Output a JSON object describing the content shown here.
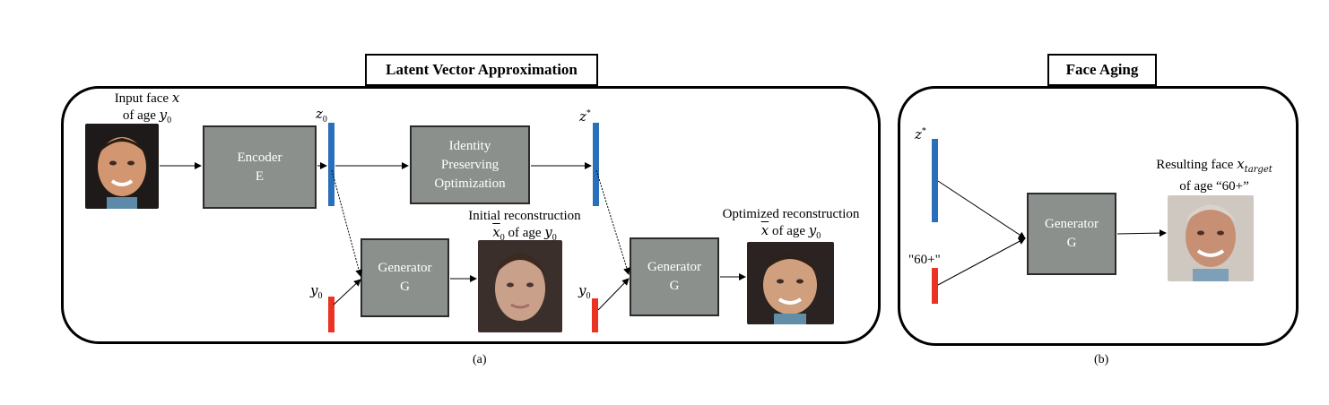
{
  "panel_a": {
    "title": "Latent Vector Approximation",
    "caption": "(a)",
    "input_label_line1": "Input face",
    "input_var": "x",
    "input_label_line2": "of age",
    "age_var": "y",
    "age_sub": "0",
    "encoder_line1": "Encoder",
    "encoder_line2": "E",
    "z0_var": "z",
    "z0_sub": "0",
    "ipo_line1": "Identity",
    "ipo_line2": "Preserving",
    "ipo_line3": "Optimization",
    "zstar_var": "z",
    "zstar_sup": "*",
    "generator_line1": "Generator",
    "generator_line2": "G",
    "y0_var": "y",
    "y0_sub": "0",
    "initial_recon_line1": "Initial reconstruction",
    "initial_recon_var": "x",
    "initial_recon_var_sub": "0",
    "initial_recon_mid": " of age ",
    "optimized_recon_line1": "Optimized reconstruction",
    "optimized_recon_var": "x",
    "optimized_recon_mid": " of age "
  },
  "panel_b": {
    "title": "Face Aging",
    "caption": "(b)",
    "zstar_var": "z",
    "zstar_sup": "*",
    "age_cond": "\"60+\"",
    "generator_line1": "Generator",
    "generator_line2": "G",
    "result_line1": "Resulting face ",
    "result_var": "x",
    "result_sub": "target",
    "result_line2": "of age “60+”"
  },
  "colors": {
    "latent_bar": "#2a6fba",
    "age_bar": "#ea3323",
    "block_fill": "#8c908d"
  }
}
